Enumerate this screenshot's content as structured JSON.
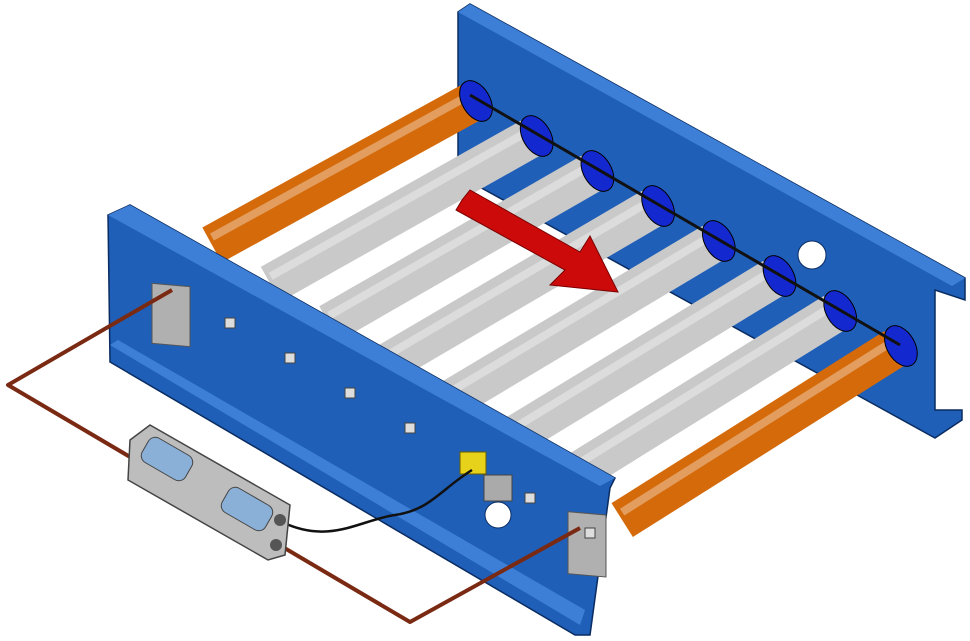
{
  "colors": {
    "frame": "#1f5fb8",
    "frame_dark": "#103f86",
    "frame_light": "#3d7fd6",
    "roller": "#c9c9c9",
    "roller_driven": "#d46a0a",
    "roller_cap": "#1428d0",
    "arrow": "#cc0a0a",
    "cable": "#7a2a12",
    "sensor": "#e6d21a",
    "control_box": "#b8b8b8"
  },
  "roller_count": 8,
  "driven_rollers": [
    0,
    7
  ]
}
